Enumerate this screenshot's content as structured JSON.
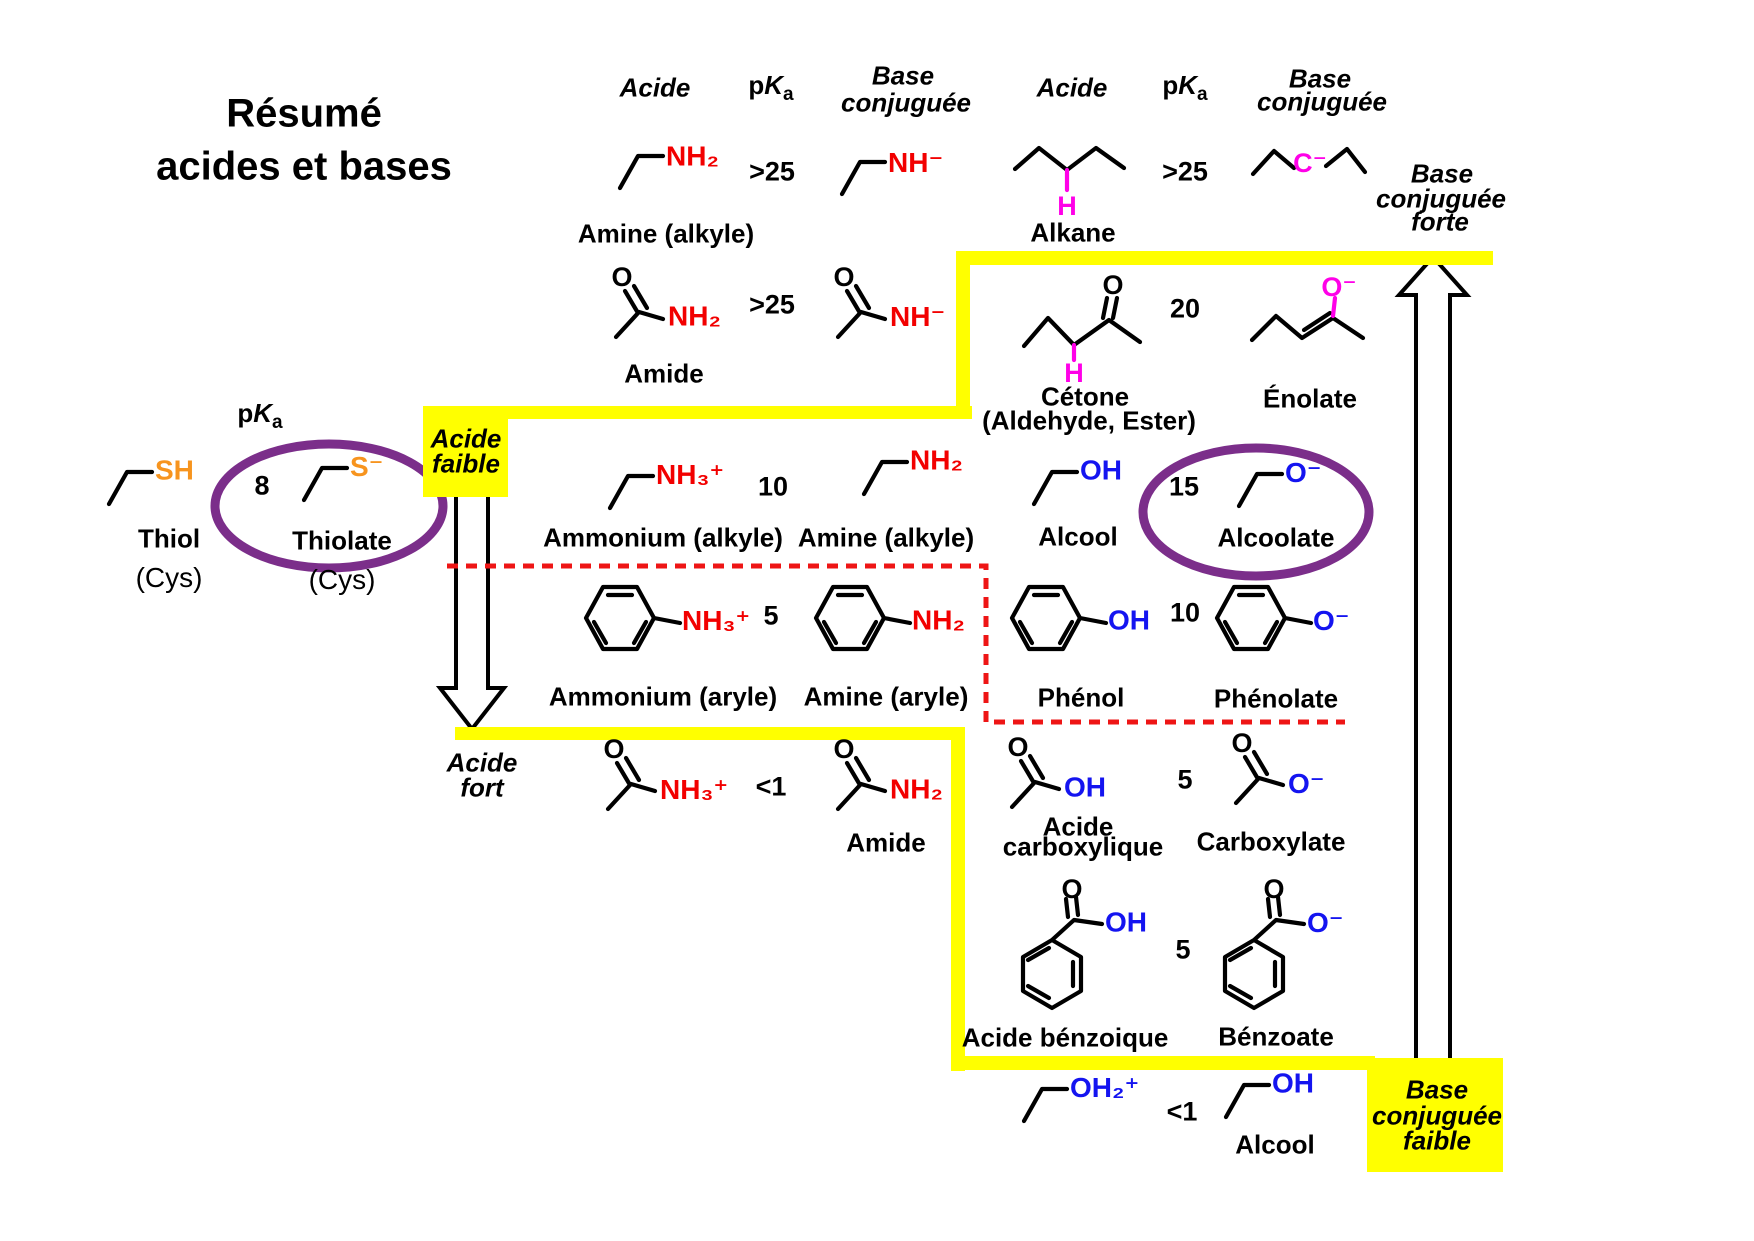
{
  "title": {
    "line1": "Résumé",
    "line2": "acides et bases"
  },
  "headers": {
    "acid": "Acide",
    "base_line1": "Base",
    "base_line2": "conjuguée",
    "pka_p": "p",
    "pka_K": "K",
    "pka_a": "a"
  },
  "atoms": {
    "O": "O",
    "H": "H",
    "C_minus": "C⁻",
    "O_minus": "O⁻"
  },
  "left_panel": {
    "pka_value": "8",
    "thiol": {
      "formula": "SH",
      "name": "Thiol",
      "subname": "(Cys)"
    },
    "thiolate": {
      "formula": "S⁻",
      "name": "Thiolate",
      "subname": "(Cys)"
    }
  },
  "annotations": {
    "weak_acid": [
      "Acide",
      "faible"
    ],
    "strong_acid": [
      "Acide",
      "fort"
    ],
    "strong_base": [
      "Base",
      "conjuguée",
      "forte"
    ],
    "weak_base": [
      "Base",
      "conjuguée",
      "faible"
    ]
  },
  "rows_left": [
    {
      "acid_formula": "NH₂",
      "pka": ">25",
      "base_formula": "NH⁻",
      "acid_name": "Amine (alkyle)"
    },
    {
      "acid_formula": "NH₂",
      "pka": ">25",
      "base_formula": "NH⁻",
      "acid_name": "Amide"
    },
    {
      "acid_formula": "NH₃⁺",
      "pka": "10",
      "base_formula": "NH₂",
      "acid_name": "Ammonium (alkyle)",
      "base_name": "Amine (alkyle)"
    },
    {
      "acid_formula": "NH₃⁺",
      "pka": "5",
      "base_formula": "NH₂",
      "acid_name": "Ammonium (aryle)",
      "base_name": "Amine (aryle)"
    },
    {
      "acid_formula": "NH₃⁺",
      "pka": "<1",
      "base_formula": "NH₂",
      "base_name": "Amide"
    }
  ],
  "rows_right": [
    {
      "pka": ">25",
      "acid_name": "Alkane"
    },
    {
      "pka": "20",
      "acid_name_1": "Cétone",
      "acid_name_2": "(Aldehyde, Ester)",
      "base_name": "Énolate"
    },
    {
      "acid_formula": "OH",
      "pka": "15",
      "base_formula": "O⁻",
      "acid_name": "Alcool",
      "base_name": "Alcoolate"
    },
    {
      "acid_formula": "OH",
      "pka": "10",
      "base_formula": "O⁻",
      "acid_name": "Phénol",
      "base_name": "Phénolate"
    },
    {
      "acid_formula": "OH",
      "pka": "5",
      "base_formula": "O⁻",
      "acid_name_1": "Acide",
      "acid_name_2": "carboxylique",
      "base_name": "Carboxylate"
    },
    {
      "acid_formula": "OH",
      "pka": "5",
      "base_formula": "O⁻",
      "acid_name": "Acide bénzoique",
      "base_name": "Bénzoate"
    },
    {
      "acid_formula": "OH₂⁺",
      "pka": "<1",
      "base_formula": "OH",
      "base_name": "Alcool"
    }
  ],
  "colors": {
    "red": "#f20000",
    "blue": "#1414f0",
    "magenta": "#ff00e8",
    "orange": "#f7941e",
    "yellow": "#ffff00",
    "purple": "#7b2e8a",
    "dash_red": "#ee1515"
  }
}
